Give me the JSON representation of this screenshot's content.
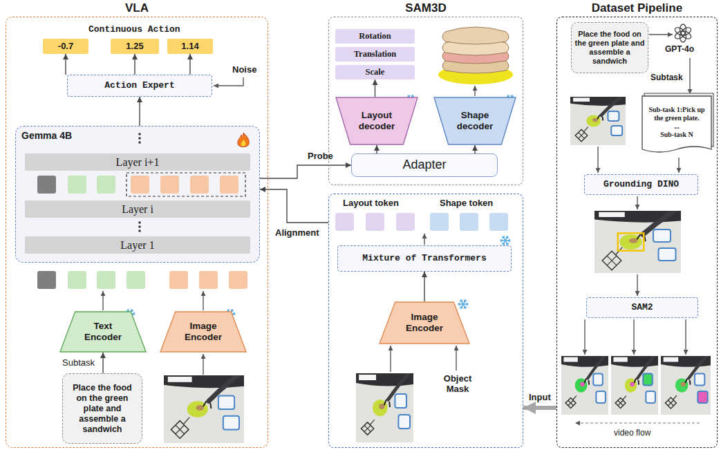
{
  "diagram": {
    "nodes": [
      {
        "text": [
          "VLA"
        ]
      },
      {
        "text": [
          "-0.7"
        ],
        "in": 0
      },
      {
        "text": [
          "1.25"
        ],
        "in": 0
      },
      {
        "text": [
          "1.14"
        ],
        "in": 0
      },
      {
        "text": [
          "Action Expert"
        ],
        "in": 0
      },
      {
        "text": [
          "Gemma 4B"
        ],
        "in": 0
      },
      {
        "text": [
          "Layer i+1"
        ],
        "in": 5
      },
      {
        "text": [
          "Layer i"
        ],
        "in": 5
      },
      {
        "text": [
          "Layer 1"
        ],
        "in": 5
      },
      {
        "text": [
          "Text Encoder"
        ],
        "in": 0
      },
      {
        "text": [
          "Image Encoder"
        ],
        "in": 0
      },
      {
        "text": [
          "Place the food on the green plate and assemble a sandwich"
        ],
        "in": 0
      },
      {
        "text": [
          "SAM3D"
        ]
      },
      {
        "text": [
          "Rotation"
        ],
        "in": 12
      },
      {
        "text": [
          "Translation"
        ],
        "in": 12
      },
      {
        "text": [
          "Scale"
        ],
        "in": 12
      },
      {
        "text": [
          "Layout decoder"
        ],
        "in": 12
      },
      {
        "text": [
          "Shape decoder"
        ],
        "in": 12
      },
      {
        "text": [
          "Adapter"
        ],
        "in": 12
      },
      {
        "text": [
          "Layout token",
          "Shape token"
        ]
      },
      {
        "text": [
          "Mixture of Transformers"
        ],
        "in": 19
      },
      {
        "text": [
          "Image Encoder"
        ],
        "in": 19
      },
      {
        "text": [
          "Dataset Pipeline"
        ]
      },
      {
        "text": [
          "Place the food on the green plate and assemble a sandwich"
        ],
        "in": 22
      },
      {
        "text": [
          "Sub-task 1:Pick up the green plate.",
          "...",
          "Sub-task N"
        ],
        "in": 22
      },
      {
        "text": [
          "Grounding DINO"
        ],
        "in": 22
      },
      {
        "text": [
          "SAM2"
        ],
        "in": 22
      }
    ],
    "edges": [
      {
        "from": 4,
        "to": 1,
        "arrow": "to"
      },
      {
        "from": 4,
        "to": 2,
        "arrow": "to"
      },
      {
        "from": 4,
        "to": 3,
        "arrow": "to"
      },
      {
        "from": 5,
        "to": 4,
        "arrow": "to"
      },
      {
        "from": 11,
        "to": 9,
        "arrow": "to",
        "label": "Subtask"
      },
      {
        "from": 5,
        "to": 18,
        "arrow": "to",
        "label": "Probe"
      },
      {
        "from": 19,
        "to": 5,
        "arrow": "to",
        "label": "Alignment"
      },
      {
        "from": 18,
        "to": 16,
        "arrow": "to"
      },
      {
        "from": 18,
        "to": 17,
        "arrow": "to"
      },
      {
        "from": 16,
        "to": 15,
        "arrow": "to"
      },
      {
        "from": 21,
        "to": 20,
        "arrow": "to"
      },
      {
        "from": 22,
        "to": 19,
        "arrow": "to",
        "label": "Input"
      }
    ],
    "labels": [
      "Continuous Action",
      "Noise",
      "Object Mask",
      "GPT-4o",
      "Subtask",
      "video flow"
    ]
  }
}
